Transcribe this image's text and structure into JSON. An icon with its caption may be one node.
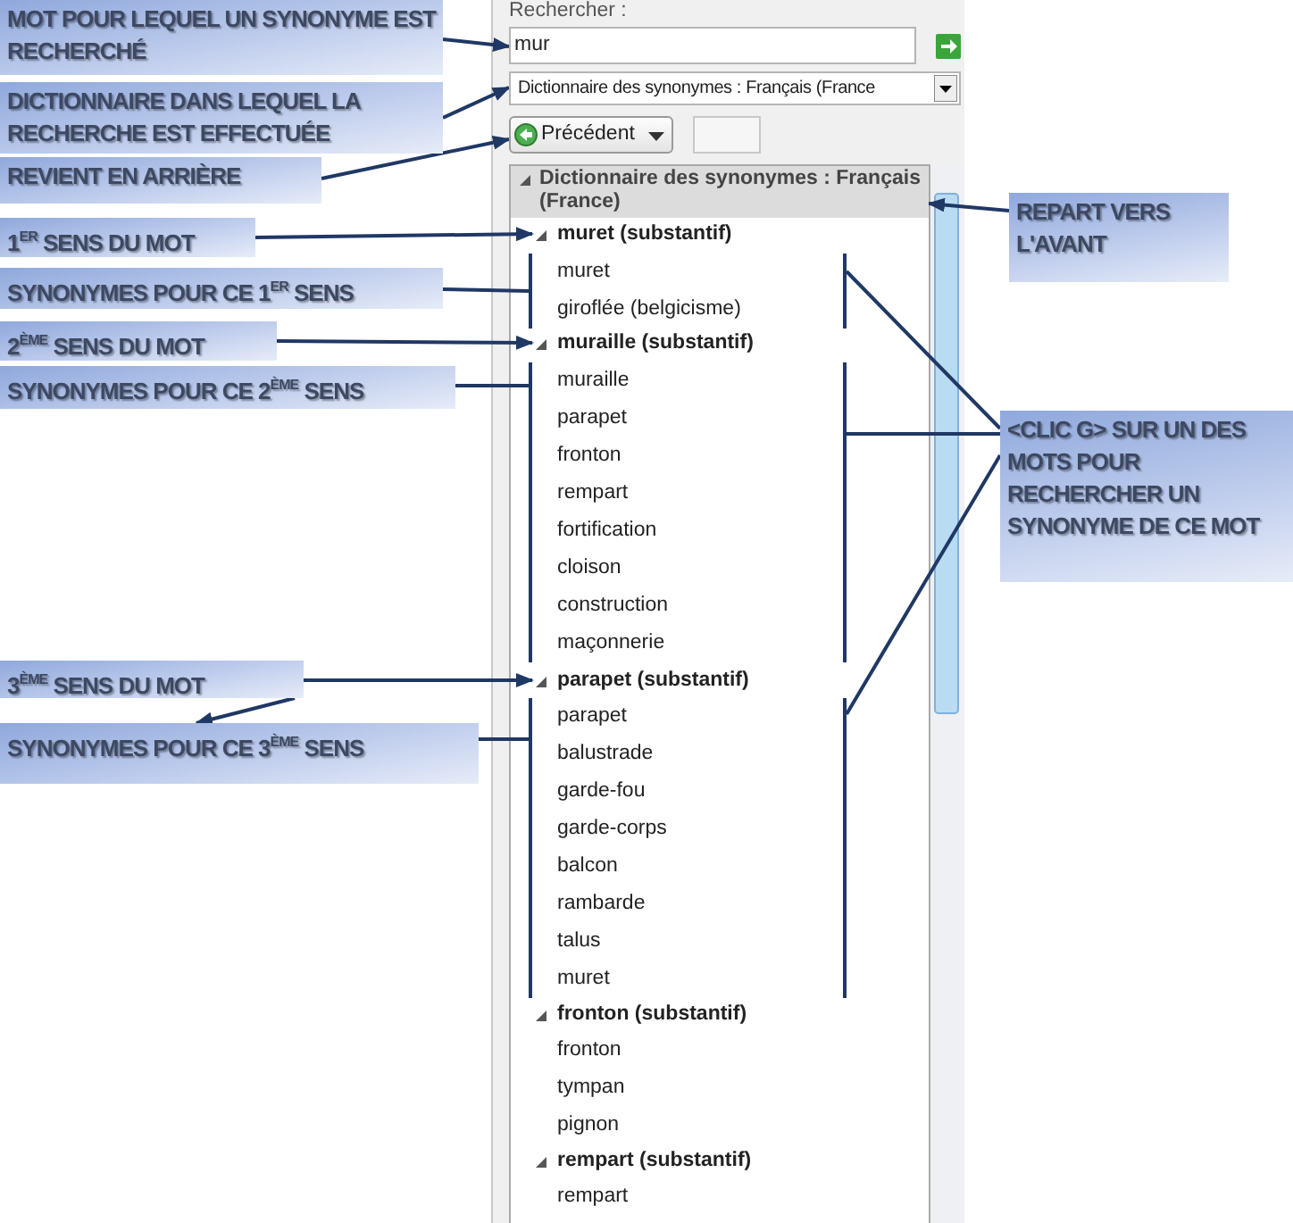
{
  "diagram": {
    "nodes": [
      {
        "text": [
          "MOT POUR LEQUEL UN SYNONYME EST RECHERCHÉ"
        ]
      },
      {
        "text": [
          "DICTIONNAIRE DANS LEQUEL LA RECHERCHE EST EFFECTUÉE"
        ]
      },
      {
        "text": [
          "REVIENT EN ARRIÈRE"
        ]
      },
      {
        "text": [
          "1$^{ER}$ SENS DU MOT"
        ]
      },
      {
        "text": [
          "SYNONYMES POUR CE 1$^{ER}$ SENS"
        ]
      },
      {
        "text": [
          "2$^{ÈME}$ SENS DU MOT"
        ]
      },
      {
        "text": [
          "SYNONYMES POUR CE 2$^{ÈME}$ SENS"
        ]
      },
      {
        "text": [
          "3$^{ÈME}$ SENS DU MOT"
        ]
      },
      {
        "text": [
          "SYNONYMES POUR CE 3$^{ÈME}$ SENS"
        ]
      },
      {
        "text": [
          "REPART VERS L'AVANT"
        ]
      },
      {
        "text": [
          "<CLIC G> SUR UN DES MOTS POUR RECHERCHER UN SYNONYME DE CE MOT"
        ]
      },
      {
        "text": [
          "mur"
        ],
        "beside": [
          "Rechercher :"
        ]
      },
      {
        "text": [
          "Dictionnaire des synonymes : Français (France"
        ]
      },
      {
        "text": [
          "Précédent"
        ]
      },
      {
        "text": [
          "Dictionnaire des synonymes : Français (France)"
        ]
      },
      {
        "text": [
          "muret (substantif)"
        ]
      },
      {
        "text": [
          "muret",
          "giroflée (belgicisme)"
        ]
      },
      {
        "text": [
          "muraille (substantif)"
        ]
      },
      {
        "text": [
          "muraille",
          "parapet",
          "fronton",
          "rempart",
          "fortification",
          "cloison",
          "construction",
          "maçonnerie"
        ]
      },
      {
        "text": [
          "parapet (substantif)"
        ]
      },
      {
        "text": [
          "parapet",
          "balustrade",
          "garde-fou",
          "garde-corps",
          "balcon",
          "rambarde",
          "talus",
          "muret"
        ]
      }
    ],
    "edges": [
      {
        "from": 0,
        "to": 11,
        "arrow": "to"
      },
      {
        "from": 1,
        "to": 12,
        "arrow": "to"
      },
      {
        "from": 2,
        "to": 13,
        "arrow": "to"
      },
      {
        "from": 3,
        "to": 15,
        "arrow": "to"
      },
      {
        "from": 4,
        "to": 16,
        "arrow": "none"
      },
      {
        "from": 5,
        "to": 17,
        "arrow": "to"
      },
      {
        "from": 6,
        "to": 18,
        "arrow": "none"
      },
      {
        "from": 7,
        "to": 19,
        "arrow": "to"
      },
      {
        "from": 7,
        "to": 8,
        "arrow": "to"
      },
      {
        "from": 8,
        "to": 20,
        "arrow": "none"
      },
      {
        "from": 9,
        "to": 14,
        "arrow": "to"
      },
      {
        "from": 10,
        "to": 16,
        "arrow": "none"
      },
      {
        "from": 10,
        "to": 18,
        "arrow": "none"
      },
      {
        "from": 10,
        "to": 20,
        "arrow": "none"
      }
    ],
    "labels": [
      "fronton (substantif)",
      "fronton",
      "tympan",
      "pignon",
      "rempart (substantif)",
      "rempart"
    ]
  }
}
